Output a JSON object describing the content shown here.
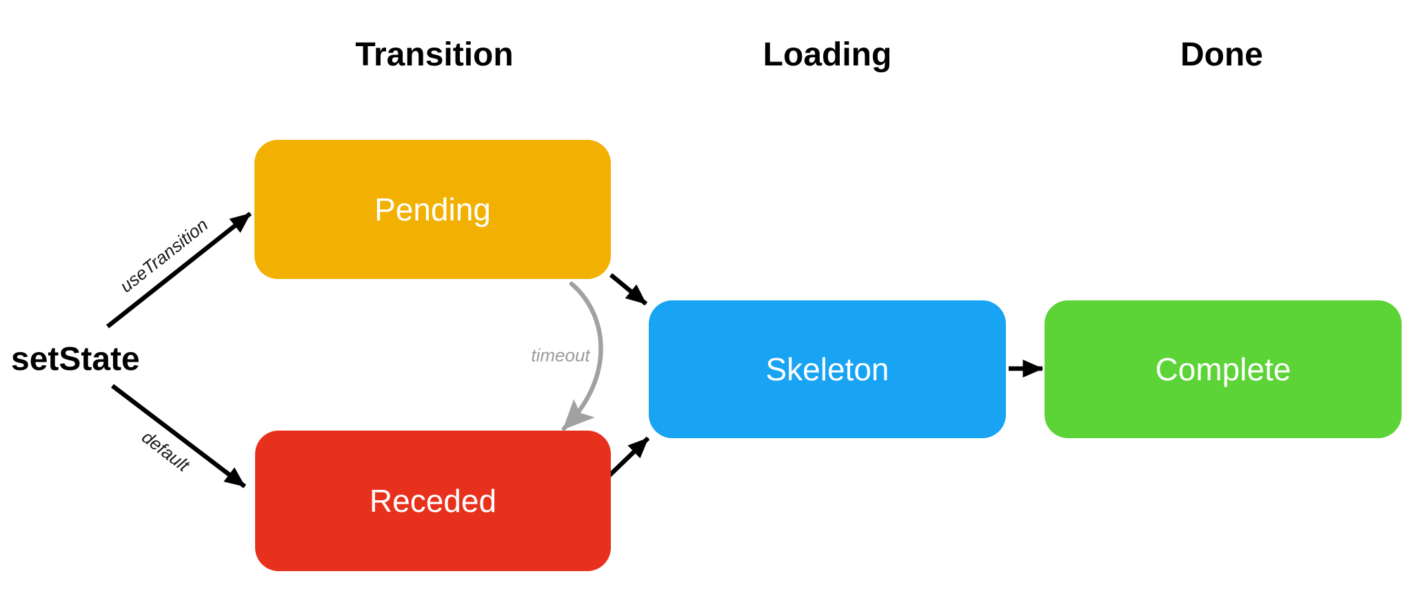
{
  "headers": {
    "transition": "Transition",
    "loading": "Loading",
    "done": "Done"
  },
  "source": {
    "label": "setState"
  },
  "nodes": {
    "pending": {
      "label": "Pending",
      "color": "#F2B102"
    },
    "receded": {
      "label": "Receded",
      "color": "#E8311C"
    },
    "skeleton": {
      "label": "Skeleton",
      "color": "#19A3F3"
    },
    "complete": {
      "label": "Complete",
      "color": "#5CD337"
    }
  },
  "edge_labels": {
    "use_transition": "useTransition",
    "default": "default",
    "timeout": "timeout"
  },
  "colors": {
    "arrow": "#000000",
    "timeout_arrow": "#979797",
    "timeout_text": "#9b9b9b",
    "header_text": "#000000",
    "node_text": "#ffffff",
    "background": "#ffffff"
  }
}
